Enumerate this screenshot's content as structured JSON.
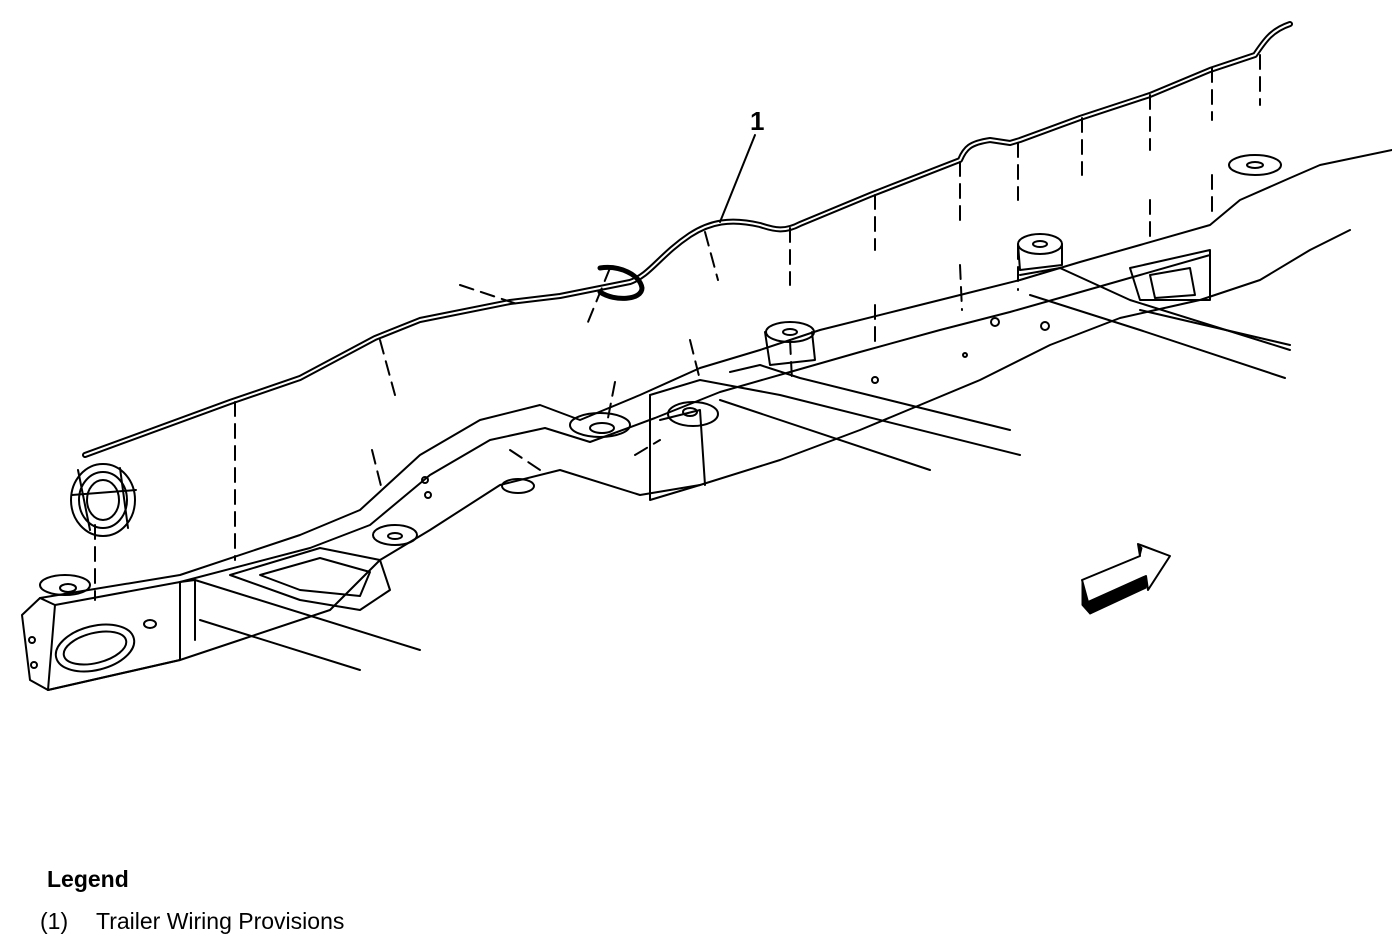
{
  "diagram": {
    "callout_number": "1",
    "parts": [
      "trailer-wiring-harness",
      "frame-rail",
      "crossmember",
      "body-mount",
      "direction-arrow"
    ]
  },
  "legend": {
    "title": "Legend",
    "items": [
      {
        "number": "(1)",
        "label": "Trailer Wiring Provisions"
      }
    ]
  },
  "colors": {
    "line": "#000000",
    "background": "#ffffff"
  }
}
